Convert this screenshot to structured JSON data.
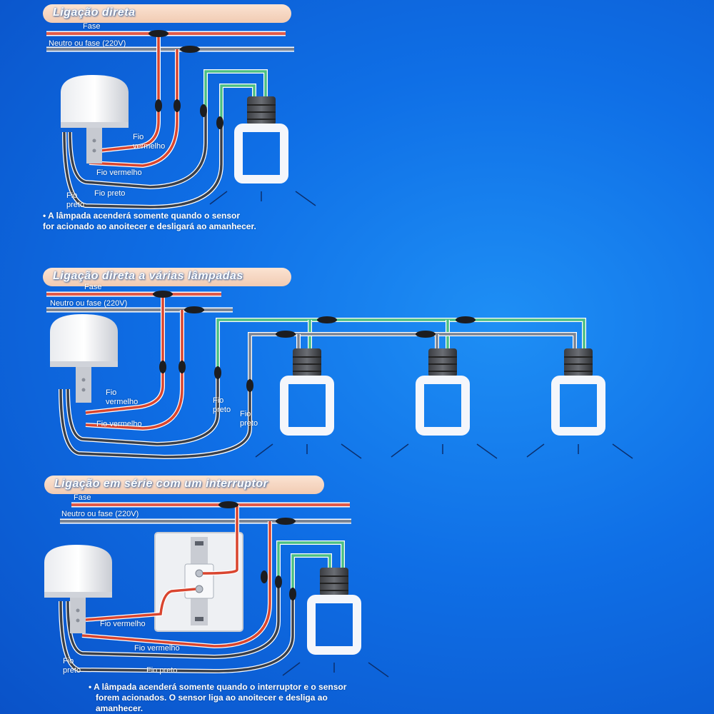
{
  "sections": [
    {
      "title": "Ligação direta",
      "labels": {
        "fase": "Fase",
        "neutro": "Neutro ou fase (220V)",
        "fio_vermelho_1": "Fio\nvermelho",
        "fio_vermelho_2": "Fio vermelho",
        "fio_preto_1": "Fio preto",
        "fio_preto_2": "Fio\npreto"
      },
      "note": [
        "• A lâmpada acenderá somente quando o sensor",
        "for acionado ao anoitecer e desligará ao amanhecer."
      ]
    },
    {
      "title": "Ligação direta a várias lâmpadas",
      "labels": {
        "fase": "Fase",
        "neutro": "Neutro ou fase (220V)",
        "fio_vermelho_1": "Fio\nvermelho",
        "fio_vermelho_2": "Fio vermelho",
        "fio_preto_1": "Fio\npreto",
        "fio_preto_2": "Fio\npreto"
      }
    },
    {
      "title": "Ligação em série com um interruptor",
      "labels": {
        "fase": "Fase",
        "neutro": "Neutro ou fase (220V)",
        "fio_vermelho_1": "Fio vermelho",
        "fio_vermelho_2": "Fio vermelho",
        "fio_preto_1": "Fio\npreto",
        "fio_preto_2": "Fio preto"
      },
      "note": [
        "• A lâmpada acenderá somente quando o interruptor e o sensor",
        "forem acionados. O sensor liga ao anoitecer e desliga ao",
        "amanhecer."
      ]
    }
  ],
  "colors": {
    "fase_wire": "#e05a4a",
    "neutral_wire": "#7a8494",
    "red_wire": "#d9452f",
    "black_wire": "#3a3f48",
    "green_wire": "#4bbf83",
    "background": "#0f6fe6"
  }
}
